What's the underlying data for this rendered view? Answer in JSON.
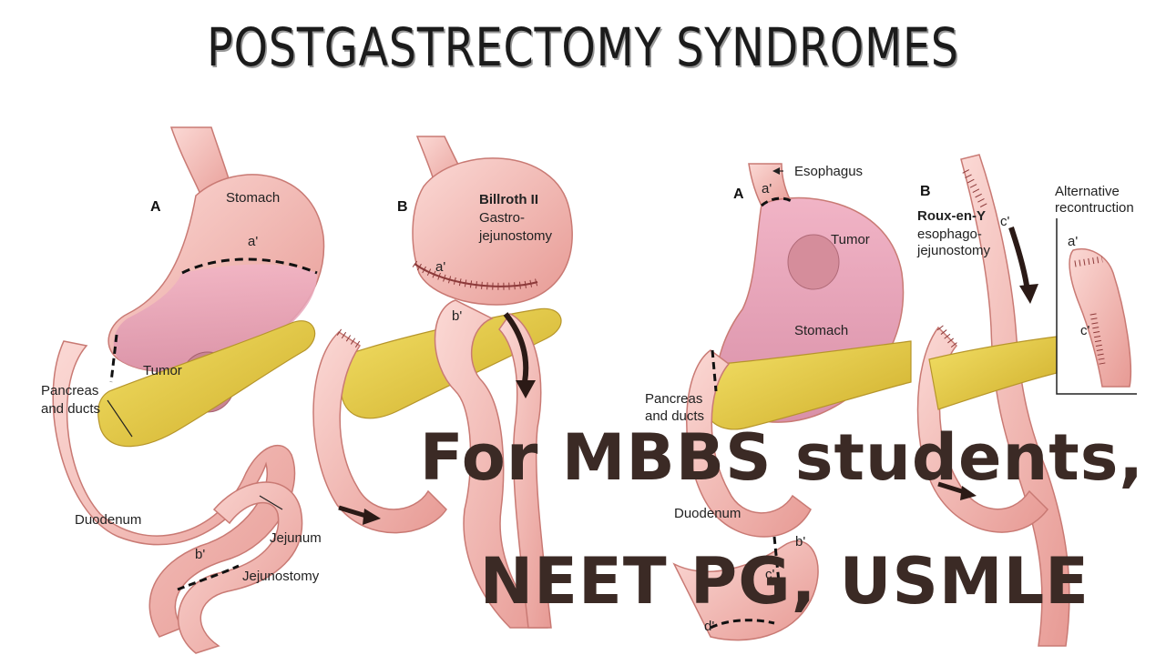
{
  "title": "POSTGASTRECTOMY SYNDROMES",
  "overlay": {
    "line1": "For MBBS students,",
    "line2": "NEET PG, USMLE"
  },
  "left_figure": {
    "panel_a": "A",
    "panel_b": "B",
    "stomach": "Stomach",
    "a_prime": "a'",
    "tumor": "Tumor",
    "pancreas_line1": "Pancreas",
    "pancreas_line2": "and ducts",
    "duodenum": "Duodenum",
    "jejunum": "Jejunum",
    "b_prime": "b'",
    "jejunostomy": "Jejunostomy",
    "billroth_line1": "Billroth II",
    "billroth_line2": "Gastro-",
    "billroth_line3": "jejunostomy",
    "b_a_prime": "a'",
    "b_b_prime": "b'"
  },
  "right_figure": {
    "panel_a": "A",
    "panel_b": "B",
    "esophagus": "Esophagus",
    "a_prime": "a'",
    "tumor": "Tumor",
    "stomach": "Stomach",
    "pancreas_line1": "Pancreas",
    "pancreas_line2": "and ducts",
    "duodenum": "Duodenum",
    "b_prime": "b'",
    "c_prime": "c'",
    "d_prime": "d'",
    "roux_line1": "Roux-en-Y",
    "roux_line2": "esophago-",
    "roux_line3": "jejunostomy",
    "b_c_prime": "c'",
    "alt_line1": "Alternative",
    "alt_line2": "recontruction",
    "alt_a_prime": "a'",
    "alt_c_prime": "c'"
  },
  "colors": {
    "tissue": "#f3b8b4",
    "tissue_dark": "#d9857f",
    "pancreas": "#e6cd3f",
    "tumor": "#c27a86",
    "overlay_text": "#3b2a25"
  }
}
